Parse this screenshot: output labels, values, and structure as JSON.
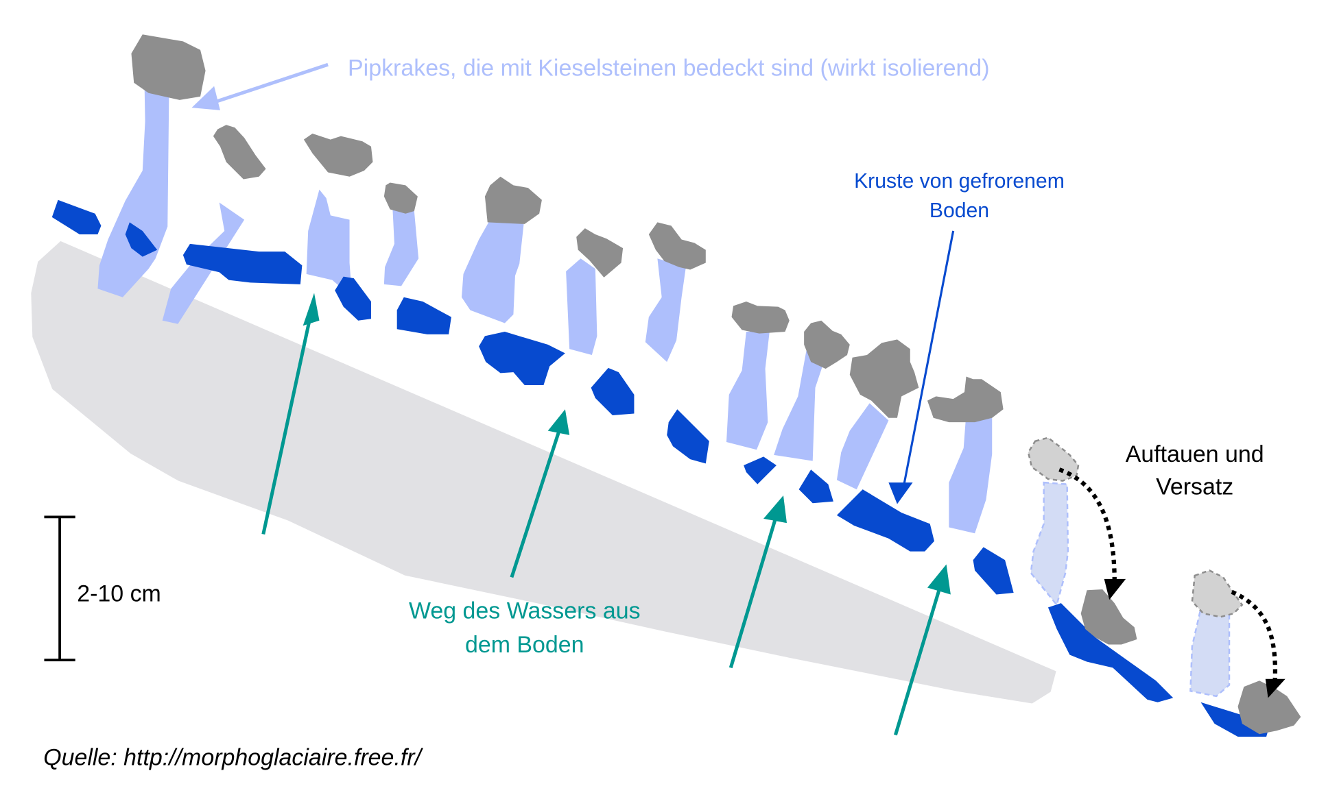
{
  "labels": {
    "pipkrakes": "Pipkrakes, die mit Kieselsteinen bedeckt sind (wirkt isolierend)",
    "crust_line1": "Kruste von gefrorenem",
    "crust_line2": "Boden",
    "thaw_line1": "Auftauen und",
    "thaw_line2": "Versatz",
    "water_line1": "Weg des Wassers aus",
    "water_line2": "dem Boden",
    "scale": "2-10 cm",
    "source": "Quelle: http://morphoglaciaire.free.fr/"
  },
  "colors": {
    "soil": "#e1e1e4",
    "frozen_crust": "#074acf",
    "ice_needle": "#aebffc",
    "ice_needle_faded": "#d3dcf5",
    "pebble": "#8e8e8e",
    "pebble_faded": "#d2d2d2",
    "water_arrow": "#009891",
    "pipkrakes_text": "#aebffc",
    "crust_text": "#074acf",
    "dark_text": "#000000"
  }
}
